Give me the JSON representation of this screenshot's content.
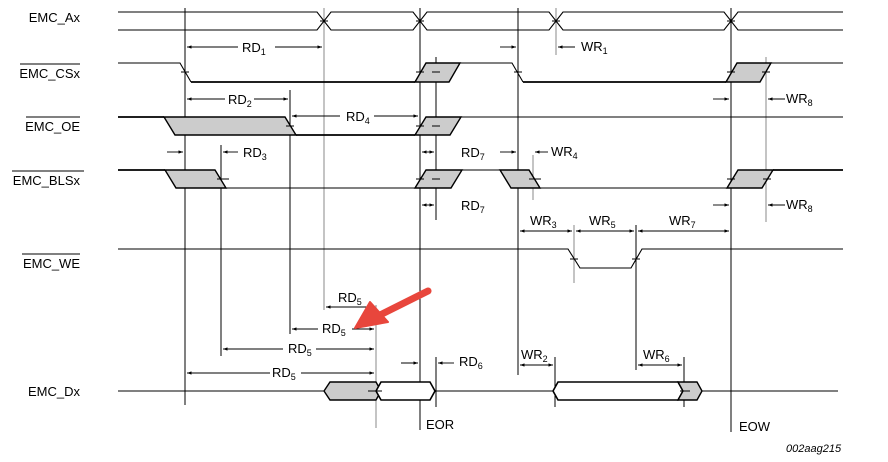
{
  "figure_id": "002aag215",
  "signals": [
    {
      "id": "ax",
      "label": "EMC_Ax",
      "active_low": false
    },
    {
      "id": "csx",
      "label": "EMC_CSx",
      "active_low": true
    },
    {
      "id": "oe",
      "label": "EMC_OE",
      "active_low": true
    },
    {
      "id": "blsx",
      "label": "EMC_BLSx",
      "active_low": true
    },
    {
      "id": "we",
      "label": "EMC_WE",
      "active_low": true
    },
    {
      "id": "dx",
      "label": "EMC_Dx",
      "active_low": false
    }
  ],
  "markers": {
    "eor": "EOR",
    "eow": "EOW"
  },
  "timing_labels": [
    {
      "id": "rd1",
      "base": "RD",
      "sub": "1"
    },
    {
      "id": "rd2",
      "base": "RD",
      "sub": "2"
    },
    {
      "id": "rd3",
      "base": "RD",
      "sub": "3"
    },
    {
      "id": "rd4",
      "base": "RD",
      "sub": "4"
    },
    {
      "id": "rd5a",
      "base": "RD",
      "sub": "5"
    },
    {
      "id": "rd5b",
      "base": "RD",
      "sub": "5"
    },
    {
      "id": "rd5c",
      "base": "RD",
      "sub": "5"
    },
    {
      "id": "rd5d",
      "base": "RD",
      "sub": "5"
    },
    {
      "id": "rd6",
      "base": "RD",
      "sub": "6"
    },
    {
      "id": "rd7a",
      "base": "RD",
      "sub": "7"
    },
    {
      "id": "rd7b",
      "base": "RD",
      "sub": "7"
    },
    {
      "id": "wr1",
      "base": "WR",
      "sub": "1"
    },
    {
      "id": "wr2",
      "base": "WR",
      "sub": "2"
    },
    {
      "id": "wr3",
      "base": "WR",
      "sub": "3"
    },
    {
      "id": "wr4",
      "base": "WR",
      "sub": "4"
    },
    {
      "id": "wr5",
      "base": "WR",
      "sub": "5"
    },
    {
      "id": "wr6",
      "base": "WR",
      "sub": "6"
    },
    {
      "id": "wr7",
      "base": "WR",
      "sub": "7"
    },
    {
      "id": "wr8a",
      "base": "WR",
      "sub": "8"
    },
    {
      "id": "wr8b",
      "base": "WR",
      "sub": "8"
    }
  ],
  "annotation": {
    "type": "arrow",
    "color": "#e8463c",
    "points_to": "rd5b"
  }
}
